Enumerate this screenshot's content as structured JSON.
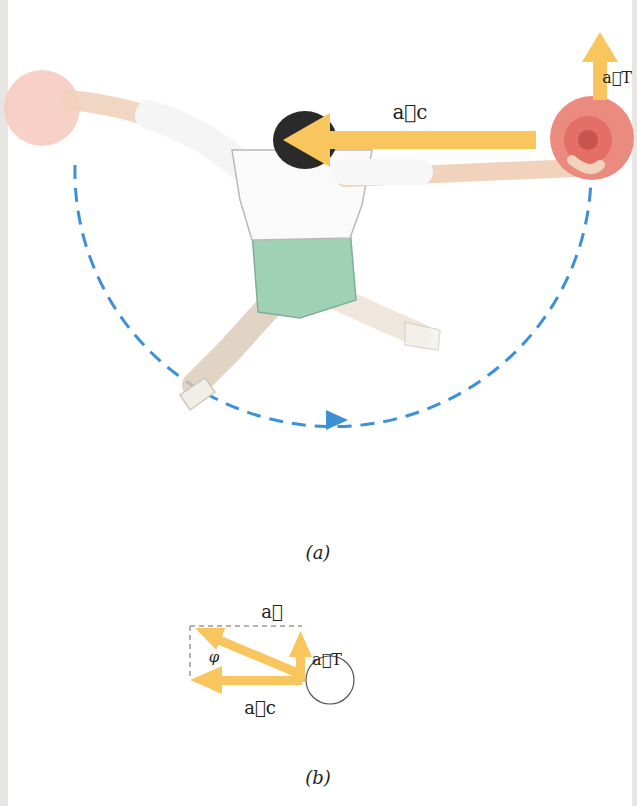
{
  "diagram": {
    "labels": [
      "a⃗c",
      "a⃗T",
      "(a)",
      "a⃗",
      "φ",
      "a⃗T",
      "a⃗c",
      "(b)"
    ]
  }
}
